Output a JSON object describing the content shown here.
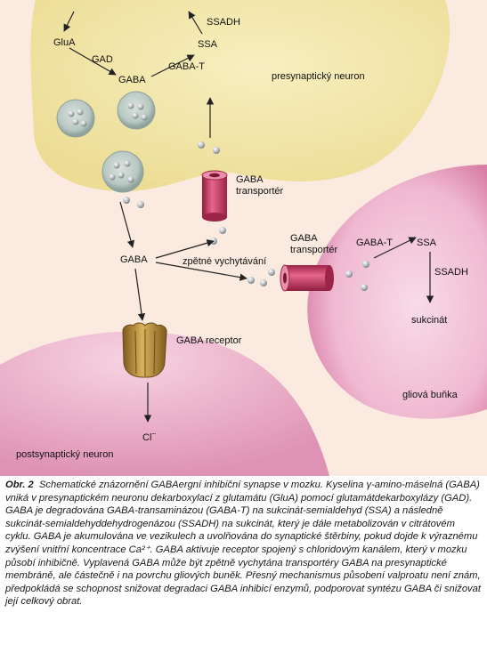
{
  "colors": {
    "panel_bg": "#faeadf",
    "presynaptic": "#f2e6a8",
    "glial": "#efb3cd",
    "postsynaptic": "#e9a9c3",
    "transporter": "#cc3d6a",
    "receptor": "#b2893a",
    "arrow": "#222222"
  },
  "labels": {
    "glua": "GluA",
    "gad": "GAD",
    "gaba_top": "GABA",
    "gaba_t_top": "GABA-T",
    "ssa_top": "SSA",
    "ssadh_top": "SSADH",
    "presynaptic": "presynaptický neuron",
    "gaba_transporter_1": "GABA",
    "gaba_transporter_2": "transportér",
    "gaba_mid": "GABA",
    "reuptake": "zpětné vychytávání",
    "glial_transporter_1": "GABA",
    "glial_transporter_2": "transportér",
    "gaba_t_right": "GABA-T",
    "ssa_right": "SSA",
    "ssadh_right": "SSADH",
    "succinate": "sukcinát",
    "gaba_receptor": "GABA receptor",
    "glial_cell": "gliová buňka",
    "chloride": "Cl",
    "chloride_sup": "−",
    "postsynaptic": "postsynaptický neuron"
  },
  "caption": {
    "label": "Obr. 2",
    "text": "Schematické znázornění GABAergní inhibiční synapse v mozku. Kyselina γ-amino-máselná (GABA) vniká v presynaptickém neuronu dekarboxylací z glutamátu (GluA) pomocí glutamátdekarboxylázy (GAD). GABA je degradována GABA-transaminázou (GABA-T) na sukcinát-semialdehyd (SSA) a následně sukcinát-semialdehyddehydrogenázou (SSADH) na sukcinát, který je dále metabolizován v citrátovém cyklu. GABA je akumulována ve vezikulech a uvolňována do synaptické štěrbiny, pokud dojde k výraznému zvýšení vnitřní koncentrace Ca²⁺. GABA aktivuje receptor spojený s chloridovým kanálem, který v mozku působí inhibičně. Vyplavená GABA může být zpětně vychytána transportéry GABA na presynaptické membráně, ale částečně i na povrchu gliových buněk. Přesný mechanismus působení valproatu není znám, předpokládá se schopnost snižovat degradaci GABA inhibicí enzymů, podporovat syntézu GABA či snižovat její celkový obrat."
  }
}
